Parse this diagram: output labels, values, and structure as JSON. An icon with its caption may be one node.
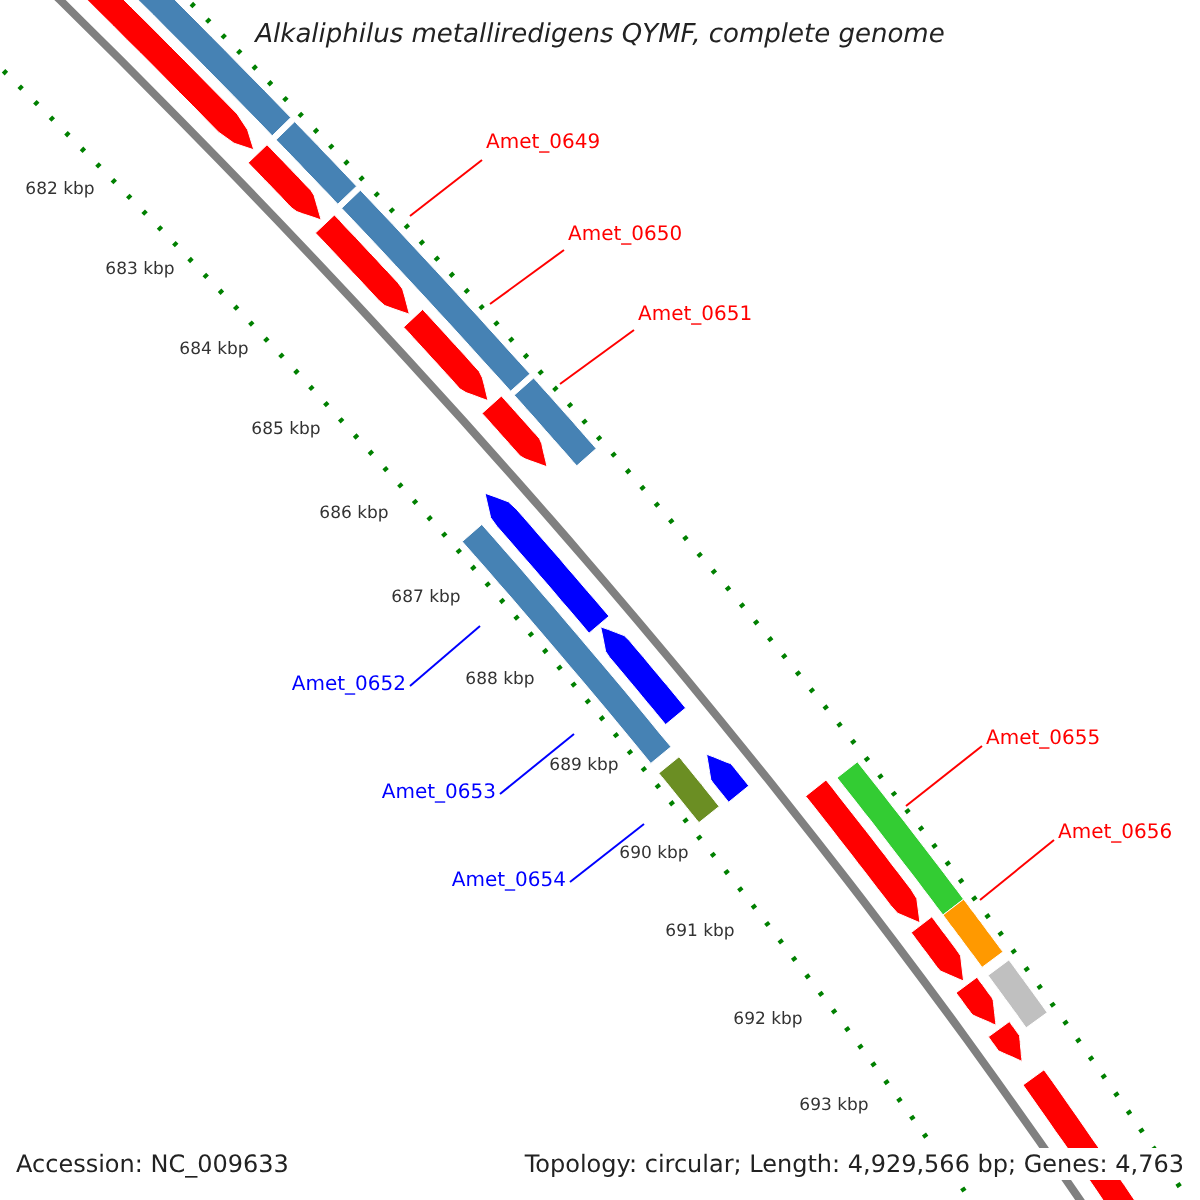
{
  "diagram": {
    "title": "Alkaliphilus metalliredigens QYMF, complete genome",
    "nodes": [
      {
        "text": [
          "Amet_0649"
        ]
      },
      {
        "text": [
          "Amet_0650"
        ]
      },
      {
        "text": [
          "Amet_0651"
        ]
      },
      {
        "text": [
          "Amet_0652"
        ]
      },
      {
        "text": [
          "Amet_0653"
        ]
      },
      {
        "text": [
          "Amet_0654"
        ]
      },
      {
        "text": [
          "Amet_0655"
        ]
      },
      {
        "text": [
          "Amet_0656"
        ]
      }
    ],
    "edges": [
      {
        "from": 0,
        "to": null,
        "arrow": "none"
      },
      {
        "from": 1,
        "to": null,
        "arrow": "none"
      },
      {
        "from": 2,
        "to": null,
        "arrow": "none"
      },
      {
        "from": 3,
        "to": null,
        "arrow": "none",
        "color": "#0000ff"
      },
      {
        "from": 4,
        "to": null,
        "arrow": "none",
        "color": "#0000ff"
      },
      {
        "from": 5,
        "to": null,
        "arrow": "none",
        "color": "#0000ff"
      },
      {
        "from": 6,
        "to": null,
        "arrow": "none"
      },
      {
        "from": 7,
        "to": null,
        "arrow": "none"
      }
    ],
    "labels": [
      "682 kbp",
      "683 kbp",
      "684 kbp",
      "685 kbp",
      "686 kbp",
      "687 kbp",
      "688 kbp",
      "689 kbp",
      "690 kbp",
      "691 kbp",
      "692 kbp",
      "693 kbp",
      "Accession: NC_009633",
      "Topology: circular; Length: 4,929,566 bp; Genes: 4,763"
    ]
  }
}
